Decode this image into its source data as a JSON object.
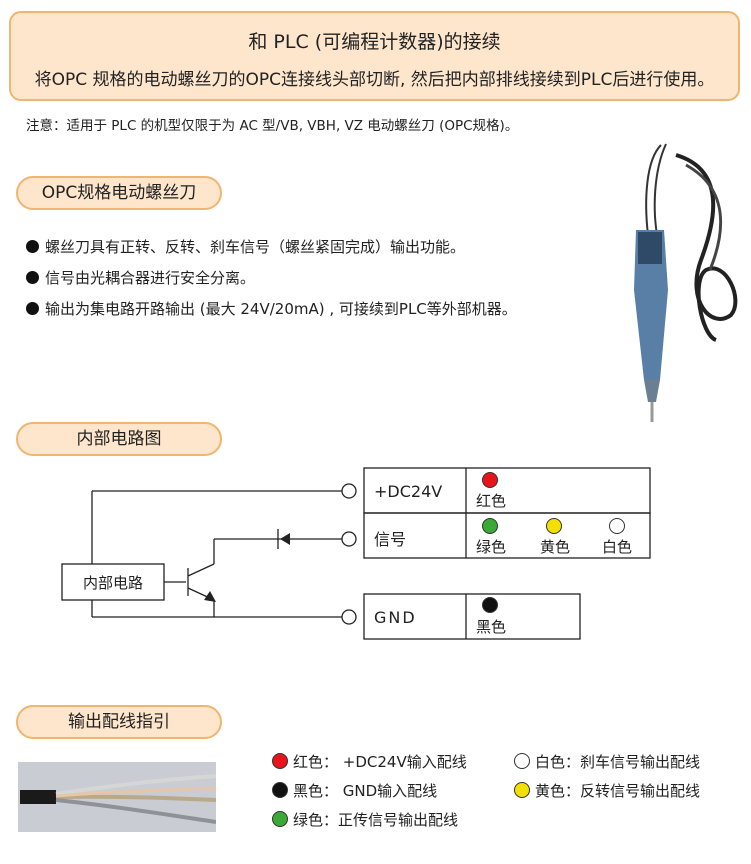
{
  "banner": {
    "title": "和 PLC (可编程计数器)的接续",
    "subtitle": "将OPC 规格的电动螺丝刀的OPC连接线头部切断, 然后把内部排线接续到PLC后进行使用。"
  },
  "note": "注意：适用于 PLC 的机型仅限于为 AC 型/VB, VBH, VZ 电动螺丝刀 (OPC规格)。",
  "section1": {
    "title": "OPC规格电动螺丝刀",
    "bullets": [
      "螺丝刀具有正转、反转、刹车信号（螺丝紧固完成）输出功能。",
      "信号由光耦合器进行安全分离。",
      "输出为集电路开路输出 (最大 24V/20mA) , 可接续到PLC等外部机器。"
    ]
  },
  "section2": {
    "title": "内部电路图",
    "circuit_label": "内部电路",
    "rows": [
      {
        "signal": "+DC24V",
        "wires": [
          {
            "name": "红色",
            "color": "#e8141c"
          }
        ]
      },
      {
        "signal": "信号",
        "wires": [
          {
            "name": "绿色",
            "color": "#3aa935"
          },
          {
            "name": "黄色",
            "color": "#f4e000"
          },
          {
            "name": "白色",
            "color": "#ffffff"
          }
        ]
      },
      {
        "signal": "GND",
        "wires": [
          {
            "name": "黑色",
            "color": "#111111"
          }
        ]
      }
    ]
  },
  "section3": {
    "title": "输出配线指引",
    "legend": [
      {
        "color": "#e8141c",
        "label": "红色：  +DC24V输入配线"
      },
      {
        "color": "#ffffff",
        "label": "白色：刹车信号输出配线"
      },
      {
        "color": "#111111",
        "label": "黑色：  GND输入配线"
      },
      {
        "color": "#f4e000",
        "label": "黄色：反转信号输出配线"
      },
      {
        "color": "#3aa935",
        "label": "绿色：正传信号输出配线"
      }
    ]
  }
}
